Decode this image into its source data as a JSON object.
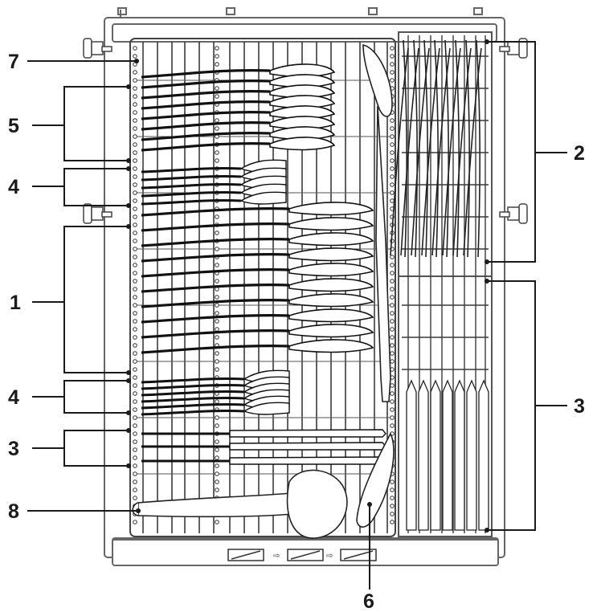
{
  "callouts": [
    {
      "id": "c7",
      "label": "7"
    },
    {
      "id": "c5",
      "label": "5"
    },
    {
      "id": "c4a",
      "label": "4"
    },
    {
      "id": "c1",
      "label": "1"
    },
    {
      "id": "c4b",
      "label": "4"
    },
    {
      "id": "c3a",
      "label": "3"
    },
    {
      "id": "c8",
      "label": "8"
    },
    {
      "id": "c6",
      "label": "6"
    },
    {
      "id": "c2",
      "label": "2"
    },
    {
      "id": "c3b",
      "label": "3"
    }
  ],
  "colors": {
    "line": "#1a1a1a",
    "rack": "#3a3a3a",
    "frame": "#666666",
    "fill": "#ffffff",
    "shade": "#bdbdbd"
  }
}
